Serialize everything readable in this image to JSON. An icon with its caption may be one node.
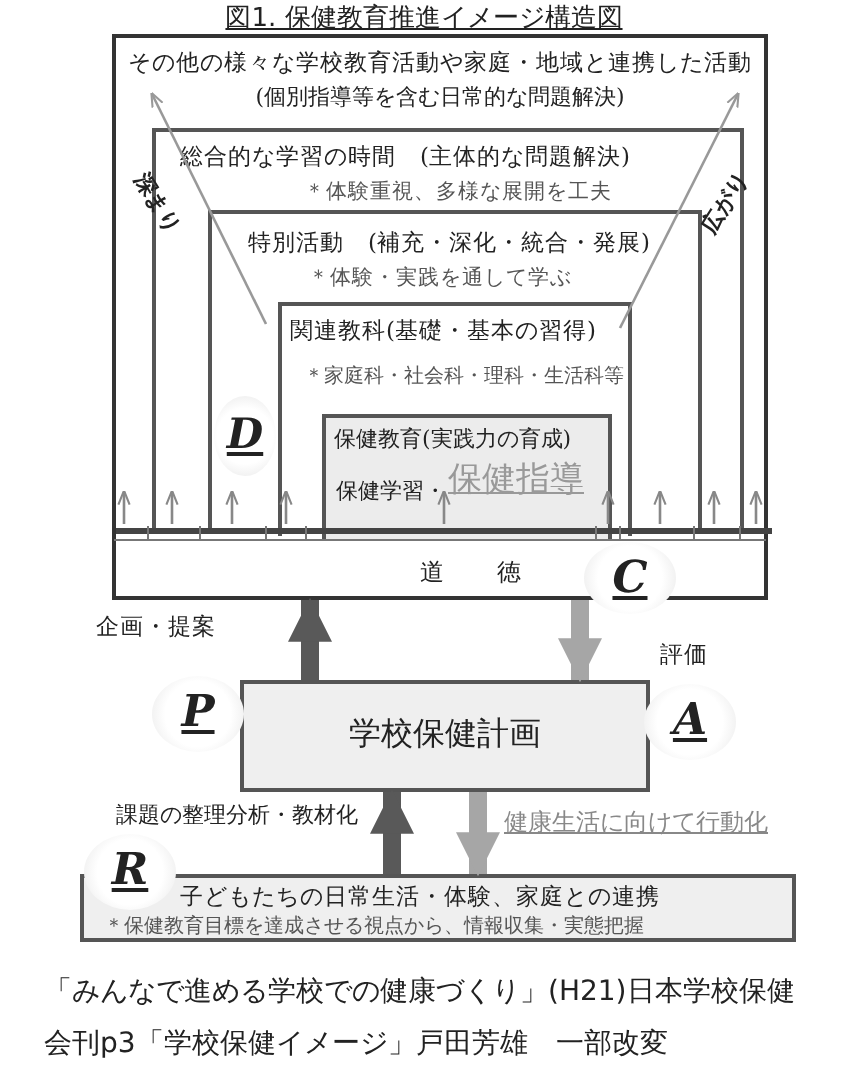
{
  "diagram": {
    "title": "図1. 保健教育推進イメージ構造図",
    "caption": "「みんなで進める学校での健康づくり」(H21)日本学校保健会刊p3「学校保健イメージ」戸田芳雄　一部改変",
    "nodes": [
      {
        "text": [
          "その他の様々な学校教育活動や家庭・地域と連携した活動",
          "(個別指導等を含む日常的な問題解決)"
        ]
      },
      {
        "text": [
          "総合的な学習の時間　(主体的な問題解決)",
          "＊体験重視、多様な展開を工夫"
        ],
        "in": 0
      },
      {
        "text": [
          "特別活動　(補充・深化・統合・発展)",
          "＊体験・実践を通して学ぶ"
        ],
        "in": 1
      },
      {
        "text": [
          "関連教科(基礎・基本の習得)",
          "＊家庭科・社会科・理科・生活科等"
        ],
        "in": 2
      },
      {
        "text": [
          "保健教育(実践力の育成)",
          "保健学習・",
          "保健指導"
        ],
        "in": 3
      },
      {
        "text": [
          "D"
        ],
        "in": 2
      },
      {
        "text": [
          "道徳"
        ],
        "in": 0
      },
      {
        "text": [
          "C"
        ],
        "in": 6
      },
      {
        "text": [
          "学校保健計画"
        ]
      },
      {
        "text": [
          "P"
        ]
      },
      {
        "text": [
          "A"
        ]
      },
      {
        "text": [
          "子どもたちの日常生活・体験、家庭との連携",
          "＊保健教育目標を達成させる視点から、情報収集・実態把握"
        ]
      },
      {
        "text": [
          "R"
        ]
      }
    ],
    "edges": [
      {
        "from": 8,
        "to": 6,
        "arrow": "to",
        "label": "企画・提案",
        "style": "thick",
        "color": "#595959"
      },
      {
        "from": 6,
        "to": 8,
        "arrow": "to",
        "label": "評価",
        "style": "thick",
        "color": "#a6a6a6"
      },
      {
        "from": 11,
        "to": 8,
        "arrow": "to",
        "label": "課題の整理分析・教材化",
        "style": "thick",
        "color": "#595959"
      },
      {
        "from": 8,
        "to": 11,
        "arrow": "to",
        "label": "健康生活に向けて行動化",
        "style": "thick",
        "color": "#a6a6a6"
      },
      {
        "from": 6,
        "to": 0,
        "arrow": "to"
      },
      {
        "from": 6,
        "to": 1,
        "arrow": "to"
      },
      {
        "from": 6,
        "to": 2,
        "arrow": "to"
      },
      {
        "from": 6,
        "to": 3,
        "arrow": "to"
      },
      {
        "from": 6,
        "to": 4,
        "arrow": "to"
      },
      {
        "from": 6,
        "to": 3,
        "arrow": "to"
      },
      {
        "from": 6,
        "to": 2,
        "arrow": "to"
      },
      {
        "from": 6,
        "to": 1,
        "arrow": "to"
      },
      {
        "from": 6,
        "to": 0,
        "arrow": "to"
      },
      {
        "from": 3,
        "to": 0,
        "arrow": "to",
        "label": "深まり"
      },
      {
        "from": 3,
        "to": 0,
        "arrow": "to",
        "label": "広がり"
      }
    ]
  }
}
